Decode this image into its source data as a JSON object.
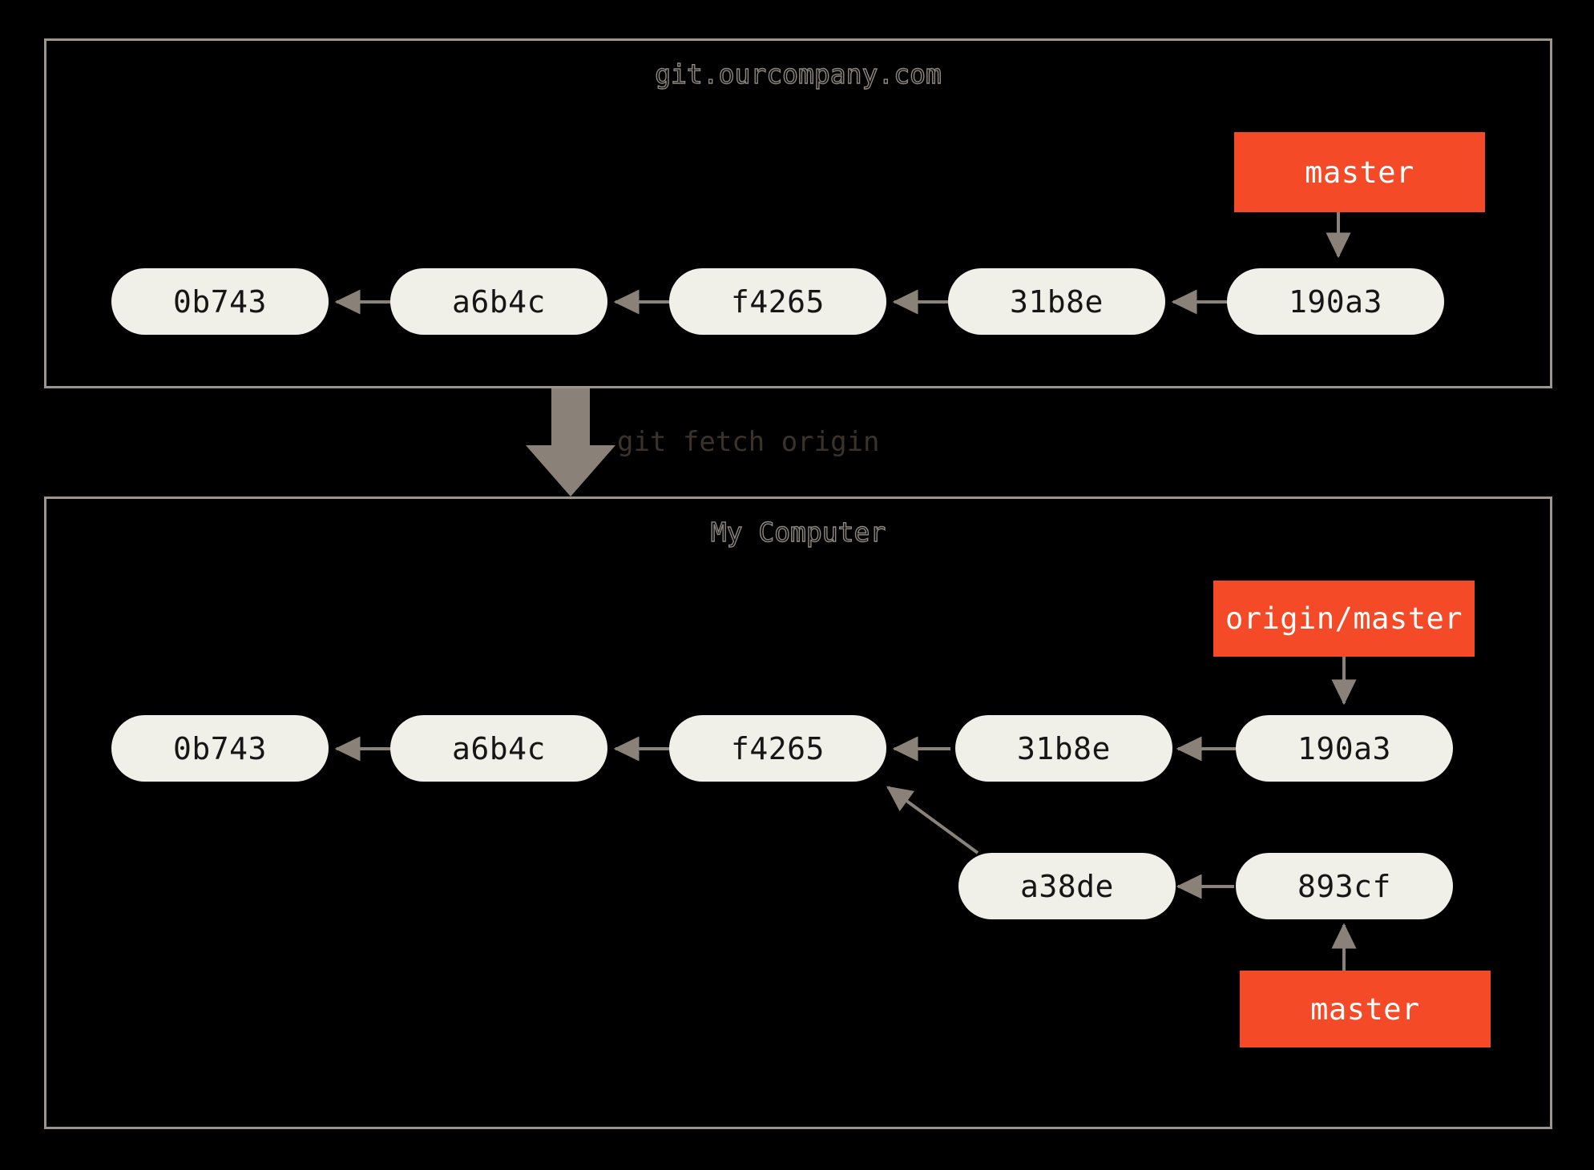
{
  "diagram": {
    "title": "git fetch origin",
    "accent_color": "#f54a28",
    "node_color": "#f0efe8",
    "edge_color": "#8a8278",
    "panel_border_color": "#9d958c",
    "background_color": "#000000",
    "text_color": "#161616"
  },
  "panels": [
    {
      "id": "server",
      "title": "git.ourcompany.com"
    },
    {
      "id": "local",
      "title": "My Computer"
    }
  ],
  "transition": {
    "label": "git fetch origin",
    "arrow_icon": "down-arrow-icon"
  },
  "server": {
    "commits": [
      {
        "id": "c0",
        "sha": "0b743"
      },
      {
        "id": "c1",
        "sha": "a6b4c"
      },
      {
        "id": "c2",
        "sha": "f4265"
      },
      {
        "id": "c3",
        "sha": "31b8e"
      },
      {
        "id": "c4",
        "sha": "190a3"
      }
    ],
    "refs": [
      {
        "id": "r-master",
        "name": "master",
        "points_to": "190a3"
      }
    ],
    "edges": [
      {
        "from": "a6b4c",
        "to": "0b743"
      },
      {
        "from": "f4265",
        "to": "a6b4c"
      },
      {
        "from": "31b8e",
        "to": "f4265"
      },
      {
        "from": "190a3",
        "to": "31b8e"
      },
      {
        "from": "master",
        "to": "190a3"
      }
    ]
  },
  "local": {
    "commits": [
      {
        "id": "l0",
        "sha": "0b743"
      },
      {
        "id": "l1",
        "sha": "a6b4c"
      },
      {
        "id": "l2",
        "sha": "f4265"
      },
      {
        "id": "l3",
        "sha": "31b8e"
      },
      {
        "id": "l4",
        "sha": "190a3"
      },
      {
        "id": "l5",
        "sha": "a38de"
      },
      {
        "id": "l6",
        "sha": "893cf"
      }
    ],
    "refs": [
      {
        "id": "r-originmaster",
        "name": "origin/master",
        "points_to": "190a3"
      },
      {
        "id": "r-localmaster",
        "name": "master",
        "points_to": "893cf"
      }
    ],
    "edges": [
      {
        "from": "a6b4c",
        "to": "0b743"
      },
      {
        "from": "f4265",
        "to": "a6b4c"
      },
      {
        "from": "31b8e",
        "to": "f4265"
      },
      {
        "from": "190a3",
        "to": "31b8e"
      },
      {
        "from": "a38de",
        "to": "f4265"
      },
      {
        "from": "893cf",
        "to": "a38de"
      },
      {
        "from": "origin/master",
        "to": "190a3"
      },
      {
        "from": "master",
        "to": "893cf"
      }
    ]
  }
}
